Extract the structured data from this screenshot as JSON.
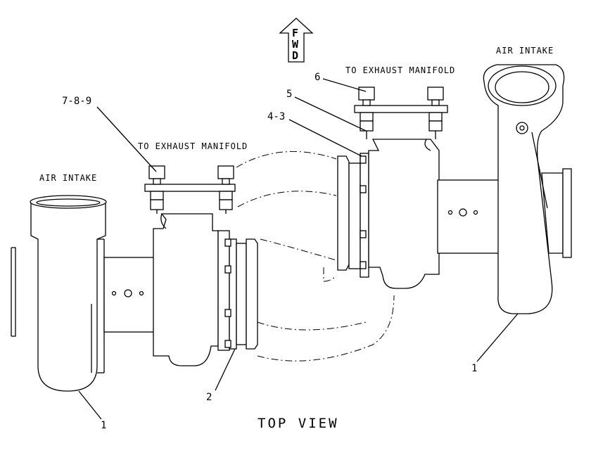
{
  "labels": {
    "fwd": [
      "F",
      "W",
      "D"
    ],
    "air_intake_left": "AIR INTAKE",
    "air_intake_right": "AIR INTAKE",
    "exhaust_left": "TO EXHAUST MANIFOLD",
    "exhaust_right": "TO EXHAUST MANIFOLD",
    "view_title": "TOP VIEW"
  },
  "callouts": {
    "c_789": "7-8-9",
    "c_6": "6",
    "c_5": "5",
    "c_43": "4-3",
    "c_2": "2",
    "c_1_left": "1",
    "c_1_right": "1"
  }
}
